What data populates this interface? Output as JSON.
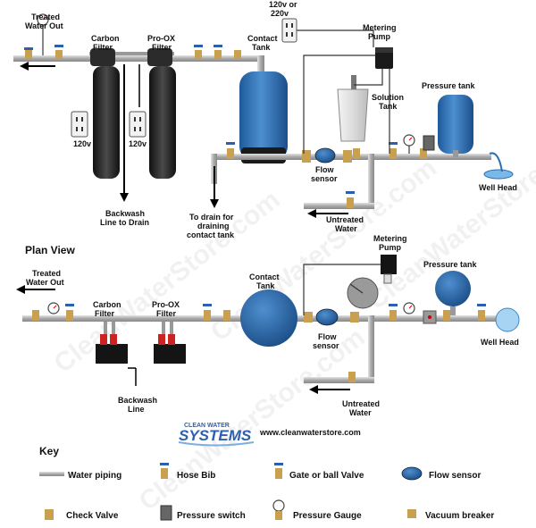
{
  "watermark": "CleanWaterStore.com",
  "elevation": {
    "treated_water_out": [
      "Treated",
      "Water Out"
    ],
    "power_supply": [
      "120v or",
      "220v"
    ],
    "metering_pump": [
      "Metering",
      "Pump"
    ],
    "carbon_filter": [
      "Carbon",
      "Filter"
    ],
    "prox_filter": [
      "Pro-OX",
      "Filter"
    ],
    "contact_tank": [
      "Contact",
      "Tank"
    ],
    "solution_tank": [
      "Solution",
      "Tank"
    ],
    "pressure_tank": "Pressure tank",
    "outlet_a": "120v",
    "outlet_b": "120v",
    "flow_sensor": [
      "Flow",
      "sensor"
    ],
    "well_head": "Well Head",
    "backwash": [
      "Backwash",
      "Line to Drain"
    ],
    "drain": [
      "To drain for",
      "draining",
      "contact tank"
    ],
    "untreated": [
      "Untreated",
      "Water"
    ]
  },
  "plan": {
    "heading": "Plan View",
    "treated_water_out": [
      "Treated",
      "Water Out"
    ],
    "carbon_filter": [
      "Carbon",
      "Filter"
    ],
    "prox_filter": [
      "Pro-OX",
      "Filter"
    ],
    "contact_tank": [
      "Contact",
      "Tank"
    ],
    "metering_pump": [
      "Metering",
      "Pump"
    ],
    "pressure_tank": "Pressure tank",
    "flow_sensor": [
      "Flow",
      "sensor"
    ],
    "well_head": "Well Head",
    "backwash": [
      "Backwash",
      "Line"
    ],
    "untreated": [
      "Untreated",
      "Water"
    ]
  },
  "brand": {
    "top": "CLEAN WATER",
    "main": "SYSTEMS",
    "url": "www.cleanwaterstore.com"
  },
  "key": {
    "title": "Key",
    "items": [
      "Water piping",
      "Hose Bib",
      "Gate or ball Valve",
      "Flow sensor",
      "Check Valve",
      "Pressure switch",
      "Pressure Gauge",
      "Vacuum breaker"
    ]
  },
  "colors": {
    "pipe": "#b8b8b8",
    "tank_blue": "#2d6fb4",
    "filter_black": "#1c1c1c",
    "brass": "#c8a050",
    "valve_handle": "#2d5fb0"
  }
}
